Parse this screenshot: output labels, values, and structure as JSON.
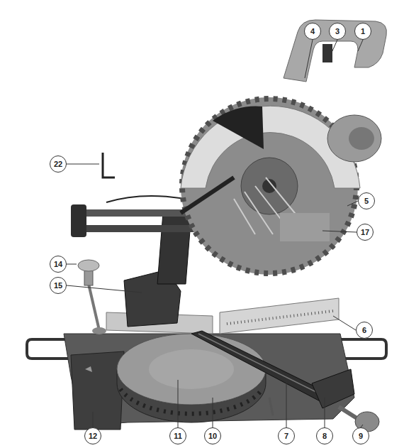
{
  "diagram": {
    "labels": [
      "4",
      "3",
      "1",
      "22",
      "5",
      "17",
      "14",
      "15",
      "6",
      "12",
      "11",
      "10",
      "7",
      "8",
      "9"
    ]
  }
}
